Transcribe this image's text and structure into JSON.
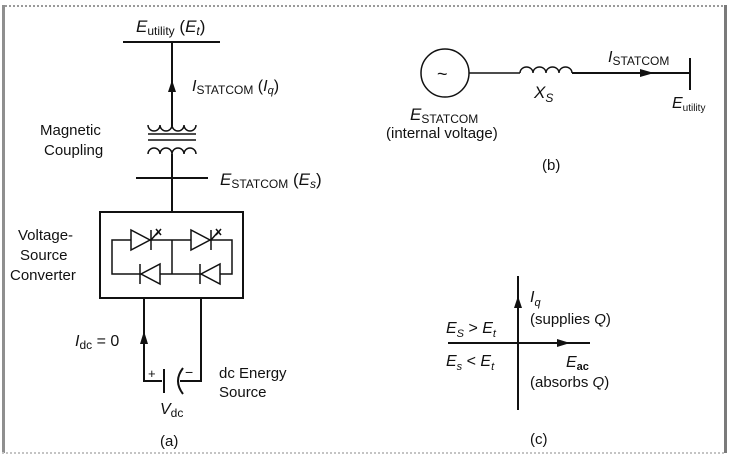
{
  "figure_a": {
    "utility_bus_label_main": "E",
    "utility_bus_label_sub": "utility",
    "utility_bus_label_paren_open": " (",
    "utility_bus_label_sym": "E",
    "utility_bus_label_sym_sub": "t",
    "utility_bus_label_paren_close": ")",
    "current_label_main": "I",
    "current_label_sub": "STATCOM",
    "current_label_paren_open": " (",
    "current_label_sym": "I",
    "current_label_sym_sub": "q",
    "current_label_paren_close": ")",
    "coupling_label_line1": "Magnetic",
    "coupling_label_line2": "Coupling",
    "statcom_bus_label_main": "E",
    "statcom_bus_label_sub": "STATCOM",
    "statcom_bus_label_paren_open": " (",
    "statcom_bus_label_sym": "E",
    "statcom_bus_label_sym_sub": "s",
    "statcom_bus_label_paren_close": ")",
    "converter_label_line1": "Voltage-",
    "converter_label_line2": "Source",
    "converter_label_line3": "Converter",
    "idc_label_main": "I",
    "idc_label_sub": "dc",
    "idc_label_value": " = 0",
    "plus_sign": "+",
    "minus_sign": "−",
    "vdc_label_main": "V",
    "vdc_label_sub": "dc",
    "source_label_line1": "dc Energy",
    "source_label_line2": "Source",
    "caption": "(a)"
  },
  "figure_b": {
    "source_symbol": "~",
    "source_label_main": "E",
    "source_label_sub": "STATCOM",
    "source_label_line2": "(internal voltage)",
    "reactance_label_main": "X",
    "reactance_label_sub": "S",
    "current_label_main": "I",
    "current_label_sub": "STATCOM",
    "bus_label_main": "E",
    "bus_label_sub": "utility",
    "caption": "(b)"
  },
  "figure_c": {
    "y_axis_label_main": "I",
    "y_axis_label_sub": "q",
    "y_axis_desc_open": "(supplies ",
    "y_axis_desc_sym": "Q",
    "y_axis_desc_close": ")",
    "upper_condition_lhs": "E",
    "upper_condition_lhs_sub": "S",
    "upper_condition_op": " > ",
    "upper_condition_rhs": "E",
    "upper_condition_rhs_sub": "t",
    "lower_condition_lhs": "E",
    "lower_condition_lhs_sub": "s",
    "lower_condition_op": " < ",
    "lower_condition_rhs": "E",
    "lower_condition_rhs_sub": "t",
    "x_axis_label_main": "E",
    "x_axis_label_sub": "ac",
    "x_axis_desc_open": "(absorbs ",
    "x_axis_desc_sym": "Q",
    "x_axis_desc_close": ")",
    "caption": "(c)"
  }
}
